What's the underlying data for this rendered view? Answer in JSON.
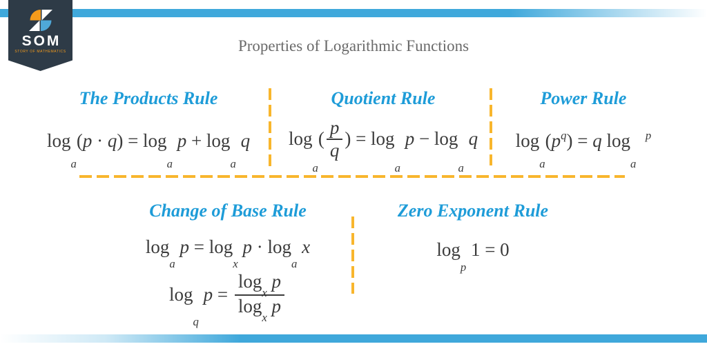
{
  "title": "Properties of Logarithmic Functions",
  "logo": {
    "text": "SOM",
    "tagline": "STORY OF MATHEMATICS"
  },
  "colors": {
    "accent_bar_blue": "#3FA8DB",
    "heading_blue": "#1E9CD8",
    "dash_yellow": "#F8B62D",
    "logo_navy": "#2E3B47",
    "logo_orange": "#F49B1B",
    "formula_ink": "#3B3B3B",
    "title_gray": "#6A6A6A"
  },
  "rules": [
    {
      "heading": "The Products Rule",
      "formulas": [
        {
          "plain": "log_a(p · q) = log_a p + log_a q",
          "tokens": [
            {
              "k": "rm",
              "v": "log"
            },
            {
              "k": "sub",
              "v": "a"
            },
            {
              "k": "rm",
              "v": "("
            },
            {
              "k": "it",
              "v": "p"
            },
            {
              "k": "rm",
              "v": " · "
            },
            {
              "k": "it",
              "v": "q"
            },
            {
              "k": "rm",
              "v": ") = "
            },
            {
              "k": "rm",
              "v": "log"
            },
            {
              "k": "sub",
              "v": "a"
            },
            {
              "k": "it",
              "v": " p"
            },
            {
              "k": "rm",
              "v": " + "
            },
            {
              "k": "rm",
              "v": "log"
            },
            {
              "k": "sub",
              "v": "a"
            },
            {
              "k": "it",
              "v": " q"
            }
          ]
        }
      ]
    },
    {
      "heading": "Quotient Rule",
      "formulas": [
        {
          "plain": "log_a(p/q) = log_a p − log_a q",
          "tokens": [
            {
              "k": "rm",
              "v": "log"
            },
            {
              "k": "sub",
              "v": "a"
            },
            {
              "k": "rm",
              "v": "("
            },
            {
              "k": "frac",
              "num": [
                {
                  "k": "it",
                  "v": "p"
                }
              ],
              "den": [
                {
                  "k": "it",
                  "v": "q"
                }
              ]
            },
            {
              "k": "rm",
              "v": ") = "
            },
            {
              "k": "rm",
              "v": "log"
            },
            {
              "k": "sub",
              "v": "a"
            },
            {
              "k": "it",
              "v": " p"
            },
            {
              "k": "rm",
              "v": " − "
            },
            {
              "k": "rm",
              "v": "log"
            },
            {
              "k": "sub",
              "v": "a"
            },
            {
              "k": "it",
              "v": " q"
            }
          ]
        }
      ]
    },
    {
      "heading": "Power Rule",
      "formulas": [
        {
          "plain": "log_a(p^q) = q log_a ^p",
          "tokens": [
            {
              "k": "rm",
              "v": "log"
            },
            {
              "k": "sub",
              "v": "a"
            },
            {
              "k": "rm",
              "v": "("
            },
            {
              "k": "it",
              "v": "p"
            },
            {
              "k": "sup",
              "v": "q"
            },
            {
              "k": "rm",
              "v": ") = "
            },
            {
              "k": "it",
              "v": "q"
            },
            {
              "k": "rm",
              "v": " log"
            },
            {
              "k": "sub",
              "v": "a"
            },
            {
              "k": "rm",
              "v": "  "
            },
            {
              "k": "sup",
              "v": "p"
            }
          ]
        }
      ]
    },
    {
      "heading": "Change of Base Rule",
      "formulas": [
        {
          "plain": "log_a p = log_x p · log_a x",
          "tokens": [
            {
              "k": "rm",
              "v": "log"
            },
            {
              "k": "sub",
              "v": "a"
            },
            {
              "k": "it",
              "v": " p"
            },
            {
              "k": "rm",
              "v": " = "
            },
            {
              "k": "rm",
              "v": "log"
            },
            {
              "k": "sub",
              "v": "x"
            },
            {
              "k": "it",
              "v": " p"
            },
            {
              "k": "rm",
              "v": " · "
            },
            {
              "k": "rm",
              "v": "log"
            },
            {
              "k": "sub",
              "v": "a"
            },
            {
              "k": "it",
              "v": " x"
            }
          ]
        },
        {
          "plain": "log_q p = log_x p / log_x p",
          "tokens": [
            {
              "k": "rm",
              "v": "log"
            },
            {
              "k": "sub",
              "v": "q"
            },
            {
              "k": "it",
              "v": " p"
            },
            {
              "k": "rm",
              "v": " = "
            },
            {
              "k": "frac",
              "num": [
                {
                  "k": "rm",
                  "v": "log"
                },
                {
                  "k": "sub",
                  "v": "x"
                },
                {
                  "k": "it",
                  "v": " p"
                }
              ],
              "den": [
                {
                  "k": "rm",
                  "v": "log"
                },
                {
                  "k": "sub",
                  "v": "x"
                },
                {
                  "k": "it",
                  "v": " p"
                }
              ]
            }
          ]
        }
      ]
    },
    {
      "heading": "Zero Exponent Rule",
      "formulas": [
        {
          "plain": "log_p 1 = 0",
          "tokens": [
            {
              "k": "rm",
              "v": "log"
            },
            {
              "k": "sub",
              "v": "p"
            },
            {
              "k": "rm",
              "v": " 1 = 0"
            }
          ]
        }
      ]
    }
  ]
}
